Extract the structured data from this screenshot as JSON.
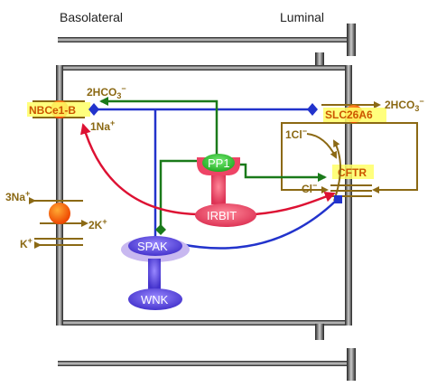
{
  "sides": {
    "left": "Basolateral",
    "right": "Luminal"
  },
  "proteins": {
    "nbce1b": "NBCe1-B",
    "slc26a6": "SLC26A6",
    "cftr": "CFTR",
    "pp1": "PP1",
    "irbit": "IRBIT",
    "spak": "SPAK",
    "wnk": "WNK"
  },
  "ions": {
    "hco3_left": "2HCO",
    "hco3_left_sub": "3",
    "hco3_left_sup": "−",
    "na_left": "1Na",
    "na_left_sup": "+",
    "na3": "3Na",
    "na3_sup": "+",
    "k2": "2K",
    "k2_sup": "+",
    "k": "K",
    "k_sup": "+",
    "hco3_right": "2HCO",
    "hco3_right_sub": "3",
    "hco3_right_sup": "−",
    "cl1": "1Cl",
    "cl1_sup": "−",
    "cl": "Cl",
    "cl_sup": "−"
  },
  "colors": {
    "membrane": "#111111",
    "ion_text": "#8B6914",
    "highlight": "#FFFF66",
    "transporter": "#FF6600",
    "green_path": "#1a7a1a",
    "blue_path": "#2233cc",
    "red_path": "#dd1133",
    "pp1": "#33bb33",
    "irbit": "#ee4466",
    "spak": "#6655ee",
    "wnk": "#5533dd"
  }
}
